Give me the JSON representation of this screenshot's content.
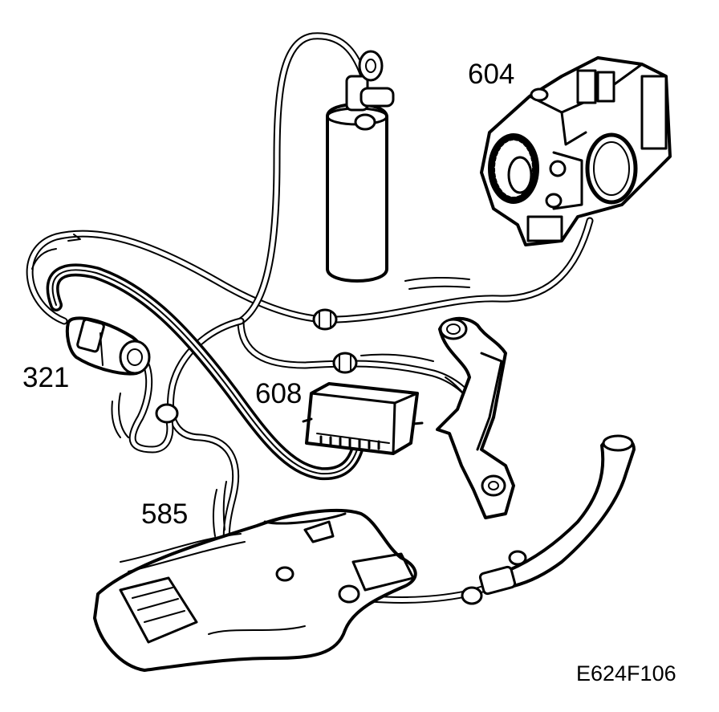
{
  "labels": {
    "throttle_body": "604",
    "canister_valve": "321",
    "control_module": "608",
    "fuel_tank": "585"
  },
  "figure_code": "E624F106",
  "colors": {
    "ink": "#000000",
    "paper": "#ffffff"
  }
}
